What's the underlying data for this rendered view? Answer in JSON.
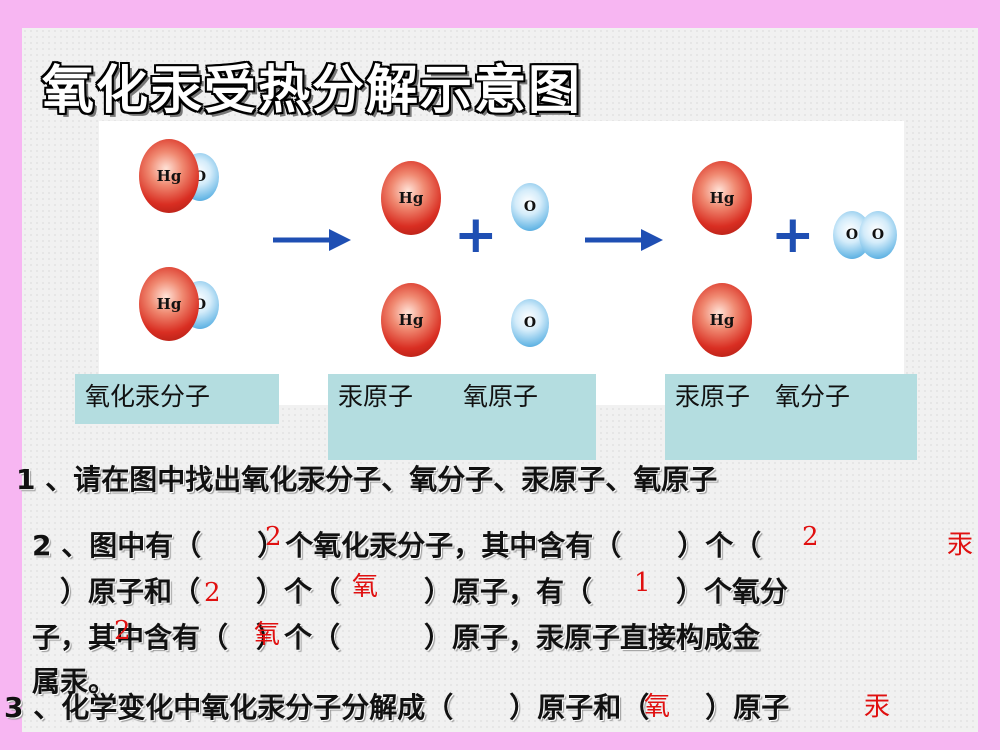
{
  "title": "氧化汞受热分解示意图",
  "atoms": {
    "hg": "Hg",
    "o": "O"
  },
  "symbols": {
    "plus": "+"
  },
  "colors": {
    "hg_atom": "#d92e22",
    "o_atom": "#6bb9e6",
    "arrow": "#1f4fb3",
    "caption_bg": "#b4dde0",
    "answer": "#e01010"
  },
  "captions": {
    "c1": "氧化汞分子",
    "c2": "汞原子　　氧原子",
    "c3": "汞原子　氧分子"
  },
  "questions": {
    "q1": "1 、请在图中找出氧化汞分子、氧分子、汞原子、氧原子",
    "q2_line1": "2 、图中有（　　）个氧化汞分子，其中含有（　　）个（",
    "q2_line2": "）原子和（　　）个（　　　）原子，有（　　　）个氧分",
    "q2_line3": "子，其中含有（　）个（　　　）原子，汞原子直接构成金",
    "q2_line4": "属汞。",
    "q3": "3 、化学变化中氧化汞分子分解成（　　）原子和（　　）原子"
  },
  "answers": {
    "a1": "2",
    "a2": "2",
    "a3": "汞",
    "a4": "2",
    "a5": "氧",
    "a6": "1",
    "a7": "2",
    "a8": "氧",
    "a9": "氧",
    "a10": "汞"
  }
}
